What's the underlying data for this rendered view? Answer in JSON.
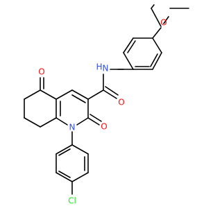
{
  "molecule": {
    "atoms": {
      "o_ether": "O",
      "n_amide_h": "H",
      "n_amide": "N",
      "o_amide": "O",
      "o_ketone": "O",
      "o_lactam": "O",
      "n_ring": "N",
      "cl": "Cl"
    },
    "colors": {
      "bond": "#000000",
      "oxygen": "#ff0d0d",
      "nitrogen": "#3050f8",
      "chlorine": "#1ff01f",
      "background": "#ffffff"
    }
  }
}
